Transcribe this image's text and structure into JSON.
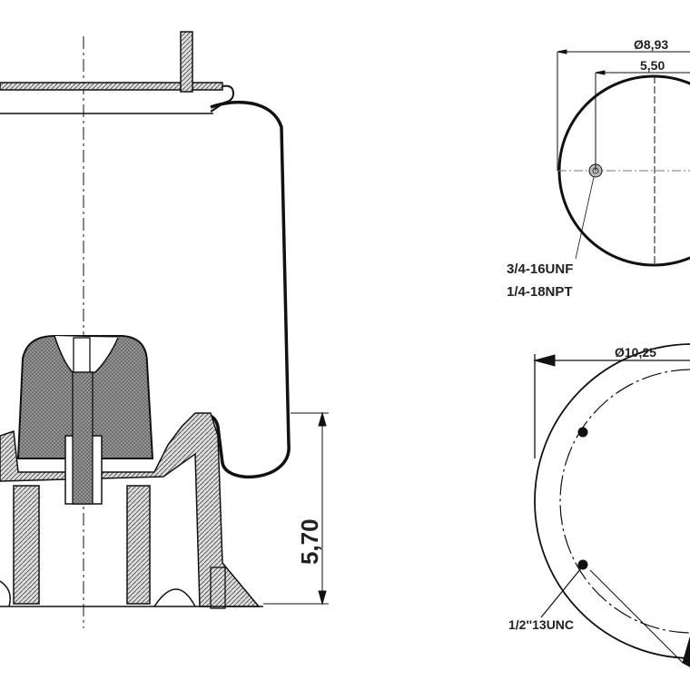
{
  "side_view": {
    "height_dimension": "5,70"
  },
  "top_view": {
    "outer_diameter": "Ø8,93",
    "port_offset": "5,50",
    "port_thread_1": "3/4-16UNF",
    "port_thread_2": "1/4-18NPT"
  },
  "bottom_view": {
    "diameter": "Ø10,25",
    "bolt_thread": "1/2''13UNC"
  },
  "colors": {
    "line": "#111111",
    "hatch_fill": "#8a8a8a"
  }
}
